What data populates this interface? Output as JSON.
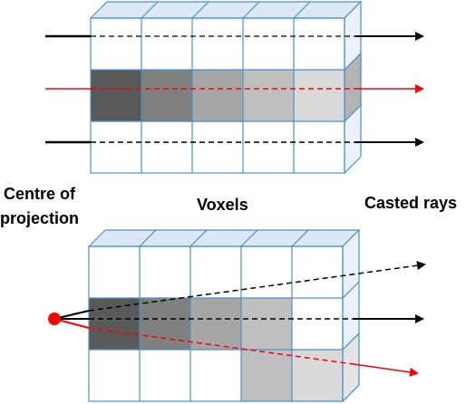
{
  "labels": {
    "centre_line1": "Centre of",
    "centre_line2": "projection",
    "voxels": "Voxels",
    "casted_rays": "Casted rays"
  },
  "colors": {
    "grid_stroke": "#4f8fc8",
    "box_top": "#dce8f6",
    "box_side": "#eaf1fa",
    "ray_black": "#000000",
    "ray_red": "#ff0000",
    "voxel_shades": [
      "#595959",
      "#7f7f7f",
      "#a6a6a6",
      "#bfbfbf",
      "#d9d9d9"
    ]
  },
  "top_diagram": {
    "columns": 5,
    "rows": 3,
    "shaded_row": 2,
    "ray_types": [
      "solid-then-dashed",
      "red-dashed",
      "solid-then-dashed"
    ]
  },
  "bottom_diagram": {
    "columns": 5,
    "rows": 3,
    "shaded_cells": [
      {
        "row": 2,
        "col": 1,
        "shade": 0
      },
      {
        "row": 2,
        "col": 2,
        "shade": 1
      },
      {
        "row": 2,
        "col": 3,
        "shade": 2
      },
      {
        "row": 2,
        "col": 4,
        "shade": 3
      },
      {
        "row": 3,
        "col": 4,
        "shade": 3
      },
      {
        "row": 3,
        "col": 5,
        "shade": 4
      }
    ],
    "source_color": "#ff0000"
  }
}
